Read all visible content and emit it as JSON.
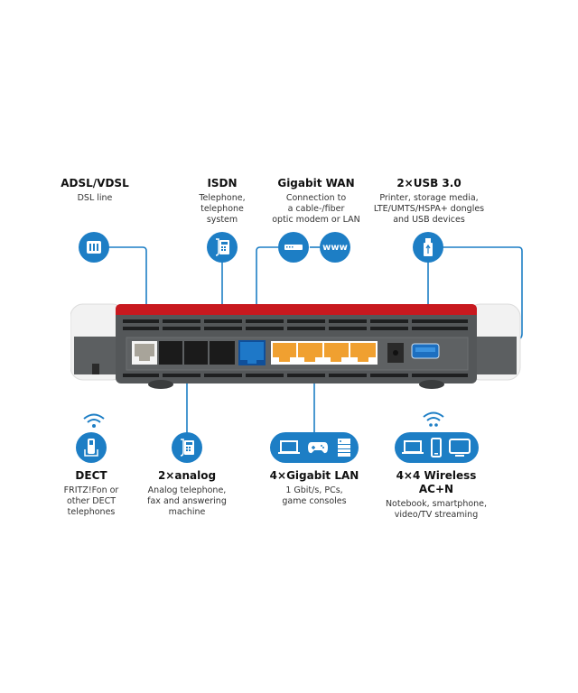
{
  "colors": {
    "accent_blue": "#1d7ec5",
    "router_red": "#c8191f",
    "router_gray": "#545759",
    "lan_orange": "#f0a030",
    "wan_blue": "#1e78c8"
  },
  "top_features": [
    {
      "title": "ADSL/VDSL",
      "desc": [
        "DSL line"
      ],
      "icon": "dsl-splitter-icon"
    },
    {
      "title": "ISDN",
      "desc": [
        "Telephone,",
        "telephone",
        "system"
      ],
      "icon": "desk-phone-icon"
    },
    {
      "title": "Gigabit WAN",
      "desc": [
        "Connection to",
        "a cable-/fiber",
        "optic modem or LAN"
      ],
      "icon": "modem-icon",
      "icon2": "www-icon",
      "icon2_text": "www"
    },
    {
      "title": "2×USB 3.0",
      "desc": [
        "Printer, storage media,",
        "LTE/UMTS/HSPA+ dongles",
        "and USB devices"
      ],
      "icon": "usb-stick-icon"
    }
  ],
  "bottom_features": [
    {
      "title": "DECT",
      "desc": [
        "FRITZ!Fon or",
        "other DECT",
        "telephones"
      ],
      "icon": "cordless-phone-icon",
      "wireless": true
    },
    {
      "title": "2×analog",
      "desc": [
        "Analog telephone,",
        "fax and answering",
        "machine"
      ],
      "icon": "desk-phone-icon"
    },
    {
      "title": "4×Gigabit LAN",
      "desc": [
        "1 Gbit/s, PCs,",
        "game consoles"
      ],
      "icons": [
        "laptop-icon",
        "gamepad-icon",
        "server-icon"
      ]
    },
    {
      "title": "4×4 Wireless AC+N",
      "desc": [
        "Notebook, smartphone,",
        "video/TV streaming"
      ],
      "icons": [
        "laptop-icon",
        "smartphone-icon",
        "tv-icon"
      ],
      "wireless": true
    }
  ]
}
